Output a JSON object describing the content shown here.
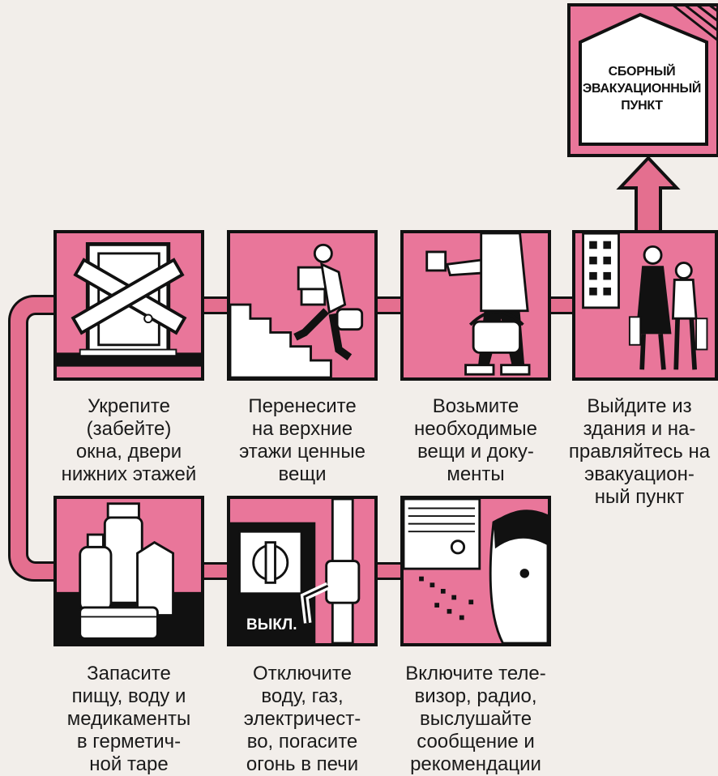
{
  "destination": {
    "title": "СБОРНЫЙ\nЭВАКУАЦИОННЫЙ\nПУНКТ"
  },
  "steps": [
    {
      "caption": "Укрепите\n(забейте)\nокна, двери\nнижних этажей",
      "icon": "boarded-door-icon"
    },
    {
      "caption": "Перенесите\nна верхние\nэтажи ценные\nвещи",
      "icon": "man-carrying-upstairs-icon"
    },
    {
      "caption": "Возьмите\nнеобходимые\nвещи и доку-\nменты",
      "icon": "bag-and-documents-icon"
    },
    {
      "caption": "Выйдите из\nздания и на-\nправляйтесь на\nэвакуацион-\nный пункт",
      "icon": "people-leaving-building-icon"
    },
    {
      "caption": "Запасите\nпищу, воду и\nмедикаменты\nв герметич-\nной таре",
      "icon": "food-containers-icon"
    },
    {
      "caption": "Отключите\nводу, газ,\nэлектричест-\nво, погасите\nогонь в печи",
      "icon": "switch-and-valve-icon",
      "panel_text": "ВЫКЛ."
    },
    {
      "caption": "Включите теле-\nвизор, радио,\nвыслушайте\nсообщение и\nрекомендации",
      "icon": "radio-listener-icon"
    }
  ],
  "colors": {
    "panel": "#e9769a",
    "pipe": "#e46f8f",
    "outline": "#111111",
    "background": "#f2eeea"
  }
}
